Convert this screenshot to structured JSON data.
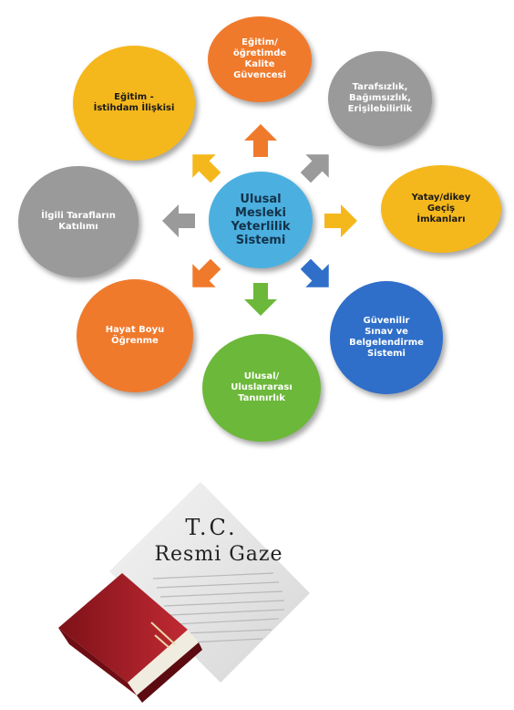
{
  "diagram": {
    "center": {
      "label": "Ulusal\nMesleki\nYeterlilik\nSistemi",
      "color": "#4bb0e0"
    },
    "nodes": [
      {
        "label": "Eğitim/\nöğretimde\nKalite\nGüvencesi",
        "color": "#f07a2c"
      },
      {
        "label": "Tarafsızlık,\nBağımsızlık,\nErişilebilirlik",
        "color": "#9a9a9a"
      },
      {
        "label": "Yatay/dikey\nGeçiş\nİmkanları",
        "color": "#f5b81c"
      },
      {
        "label": "Güvenilir\nSınav ve\nBelgelendirme\nSistemi",
        "color": "#2f6fc9"
      },
      {
        "label": "Ulusal/\nUluslararası\nTanınırlık",
        "color": "#6cb83a"
      },
      {
        "label": "Hayat Boyu\nÖğrenme",
        "color": "#f07a2c"
      },
      {
        "label": "İlgili Tarafların\nKatılımı",
        "color": "#9a9a9a"
      },
      {
        "label": "Eğitim -\nİstihdam İlişkisi",
        "color": "#f5b81c"
      }
    ],
    "arrow_colors": [
      "#f07a2c",
      "#9a9a9a",
      "#f5b81c",
      "#2f6fc9",
      "#6cb83a",
      "#f07a2c",
      "#9a9a9a",
      "#f5b81c"
    ]
  },
  "gazette": {
    "line1": "T.C.",
    "line2": "Resmi Gaze",
    "book_color": "#b3202a"
  }
}
